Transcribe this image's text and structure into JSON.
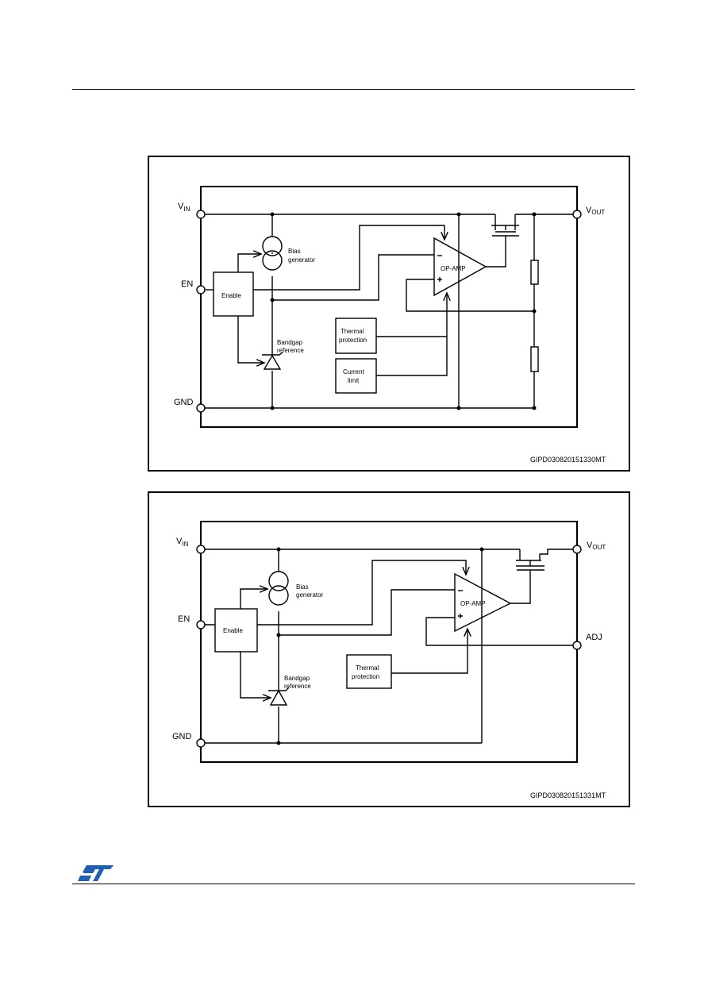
{
  "diagram1": {
    "pins": {
      "vin_main": "V",
      "vin_sub": "IN",
      "vout_main": "V",
      "vout_sub": "OUT",
      "en": "EN",
      "gnd": "GND"
    },
    "blocks": {
      "enable": "Enable",
      "bias_line1": "Bias",
      "bias_line2": "generator",
      "bandgap_line1": "Bandgap",
      "bandgap_line2": "reference",
      "opamp": "OP-AMP",
      "thermal_line1": "Thermal",
      "thermal_line2": "protection",
      "current_line1": "Current",
      "current_line2": "limit"
    },
    "code": "GIPD030820151330MT"
  },
  "diagram2": {
    "pins": {
      "vin_main": "V",
      "vin_sub": "IN",
      "vout_main": "V",
      "vout_sub": "OUT",
      "en": "EN",
      "gnd": "GND",
      "adj": "ADJ"
    },
    "blocks": {
      "enable": "Enable",
      "bias_line1": "Bias",
      "bias_line2": "generator",
      "bandgap_line1": "Bandgap",
      "bandgap_line2": "reference",
      "opamp": "OP-AMP",
      "thermal_line1": "Thermal",
      "thermal_line2": "protection"
    },
    "code": "GIPD030820151331MT"
  },
  "footer": {
    "logo": "ST"
  }
}
